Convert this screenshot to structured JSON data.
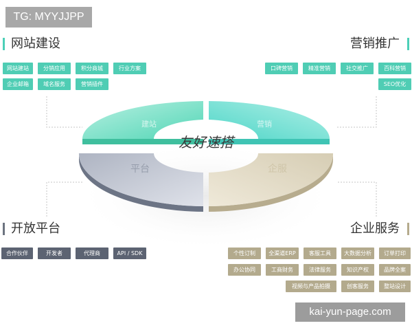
{
  "badge": "TG: MYYJJPP",
  "watermark": "kai-yun-page.com",
  "center_logo": "友好速搭",
  "quadrant_labels": [
    "建站",
    "营销",
    "平台",
    "企服"
  ],
  "sections": {
    "website": {
      "title": "网站建设",
      "tags": [
        "网站建站",
        "分销应用",
        "积分商城",
        "行业方案",
        "企业邮箱",
        "域名服务",
        "营销插件"
      ]
    },
    "marketing": {
      "title": "营销推广",
      "tags": [
        "口碑营销",
        "精准营销",
        "社交推广",
        "百科营销",
        "SEO优化"
      ]
    },
    "platform": {
      "title": "开放平台",
      "tags": [
        "合作伙伴",
        "开发者",
        "代理商",
        "API / SDK"
      ]
    },
    "enterprise": {
      "title": "企业服务",
      "tags": [
        "个性订制",
        "全渠道ERP",
        "客服工具",
        "大数据分析",
        "订单打印",
        "办公协同",
        "工商财务",
        "法律服务",
        "知识产权",
        "品牌全案",
        "视频与产品拍摄",
        "创客服务",
        "整站设计"
      ]
    }
  },
  "colors": {
    "green": "#4fcdb4",
    "slate": "#5c6372",
    "beige": "#b3aa8d"
  }
}
